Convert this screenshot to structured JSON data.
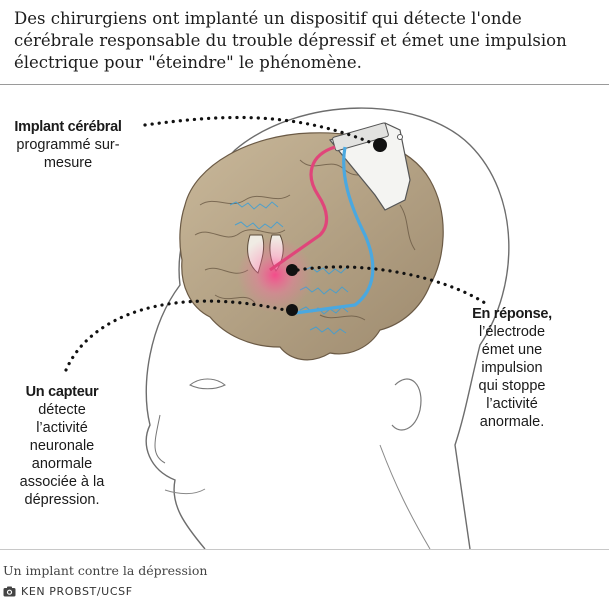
{
  "headline": "Des chirurgiens ont implanté un dispositif qui détecte l'onde cérébrale responsable du trouble dépressif et émet une impulsion électrique pour \"éteindre\" le phénomène.",
  "labels": {
    "implant": {
      "title": "Implant cérébral",
      "lines": [
        "programmé sur-",
        "mesure"
      ]
    },
    "capteur": {
      "title": "Un capteur",
      "lines": [
        "détecte",
        "l’activité",
        "neuronale",
        "anormale",
        "associée à la",
        "dépression."
      ]
    },
    "reponse": {
      "title": "En réponse,",
      "lines": [
        "l’électrode",
        "émet une",
        "impulsion",
        "qui stoppe",
        "l’activité",
        "anormale."
      ]
    }
  },
  "caption": "Un implant contre la dépression",
  "credit": "KEN PROBST/UCSF",
  "icons": {
    "credit": "camera-icon"
  },
  "colors": {
    "wire_red": "#e0457a",
    "wire_blue": "#4aa8e0",
    "glow": "#ff3d8b",
    "waves": "#3a9fd8"
  }
}
